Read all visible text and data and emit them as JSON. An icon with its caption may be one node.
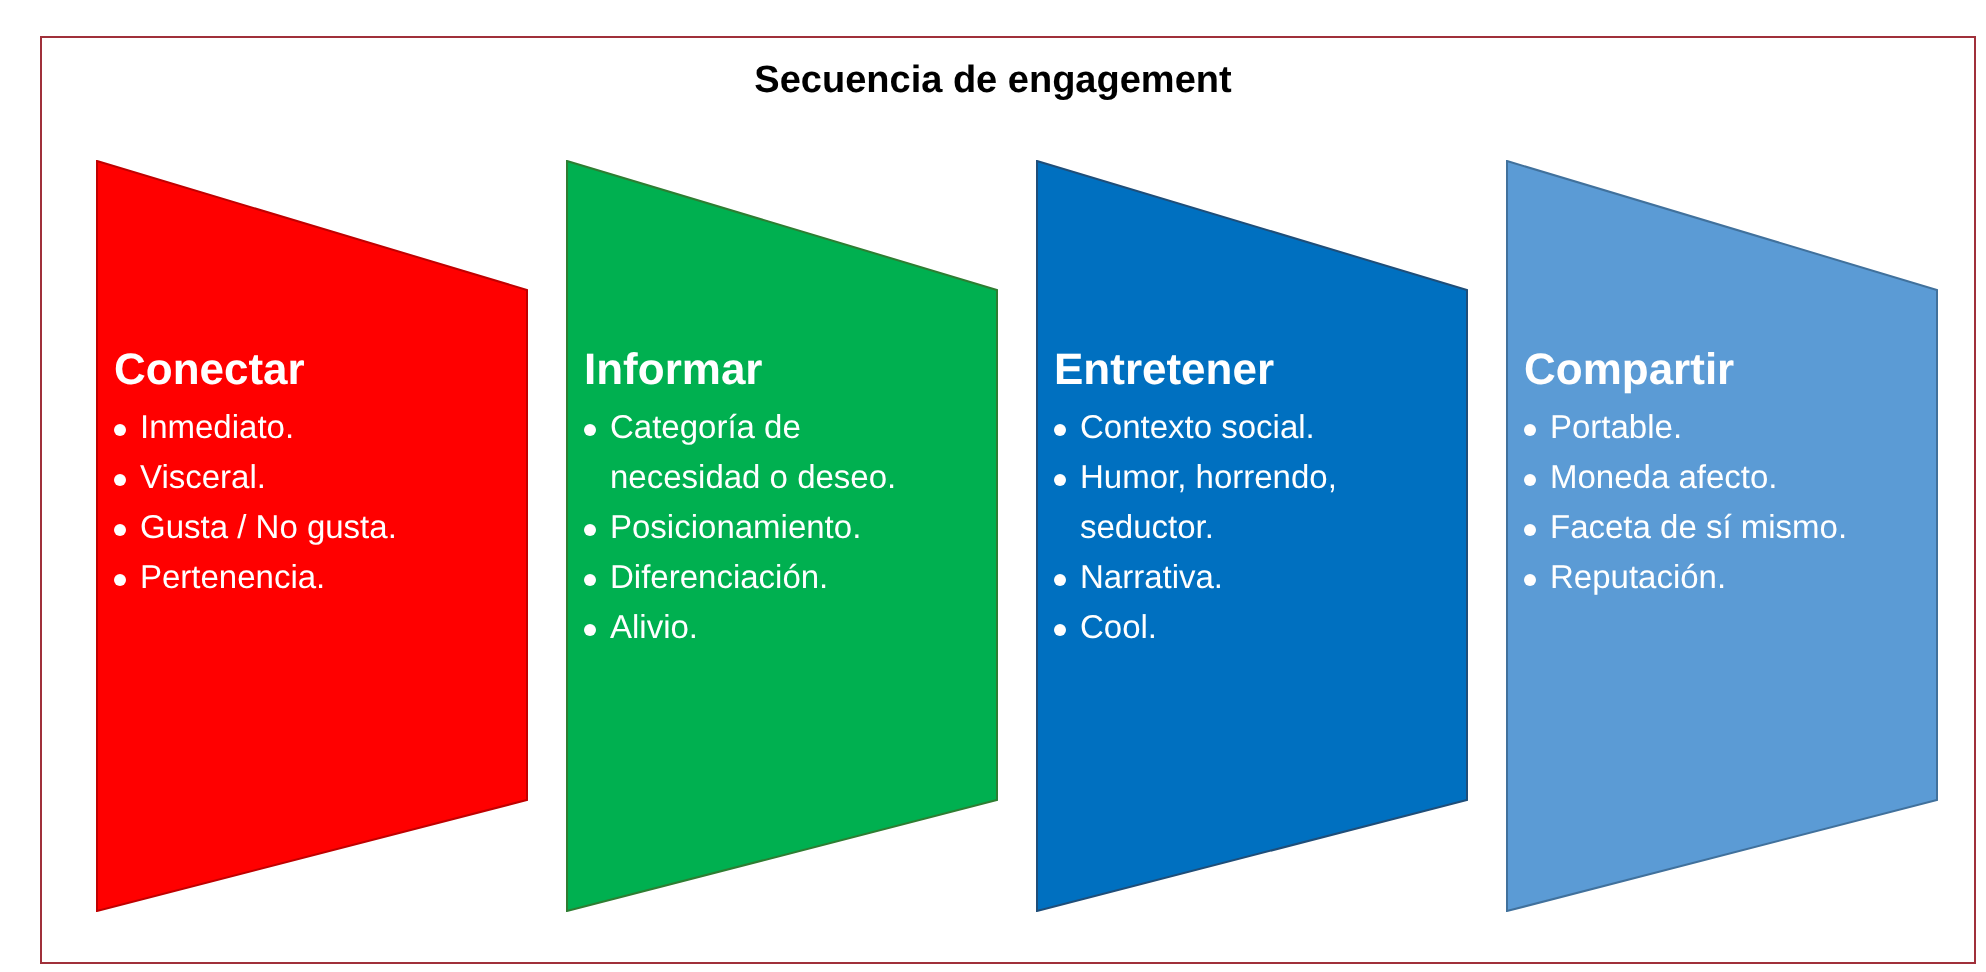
{
  "diagram": {
    "title": "Secuencia de engagement",
    "nodes": [
      {
        "text": [
          "Conectar",
          "Inmediato.",
          "Visceral.",
          "Gusta / No gusta.",
          "Pertenencia."
        ]
      },
      {
        "text": [
          "Informar",
          "Categoría de necesidad o deseo.",
          "Posicionamiento.",
          "Diferenciación.",
          "Alivio."
        ]
      },
      {
        "text": [
          "Entretener",
          "Contexto social.",
          "Humor, horrendo, seductor.",
          "Narrativa.",
          "Cool."
        ]
      },
      {
        "text": [
          "Compartir",
          "Portable.",
          "Moneda afecto.",
          "Faceta de sí mismo.",
          "Reputación."
        ]
      }
    ]
  }
}
